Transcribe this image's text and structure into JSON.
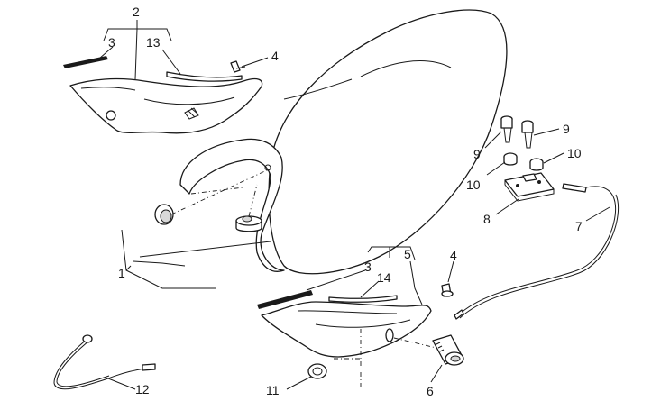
{
  "diagram": {
    "callouts": {
      "c1": "1",
      "c2": "2",
      "c3a": "3",
      "c3b": "3",
      "c4a": "4",
      "c4b": "4",
      "c5": "5",
      "c6": "6",
      "c7": "7",
      "c8": "8",
      "c9a": "9",
      "c9b": "9",
      "c10a": "10",
      "c10b": "10",
      "c11": "11",
      "c12": "12",
      "c13": "13",
      "c14": "14"
    }
  }
}
